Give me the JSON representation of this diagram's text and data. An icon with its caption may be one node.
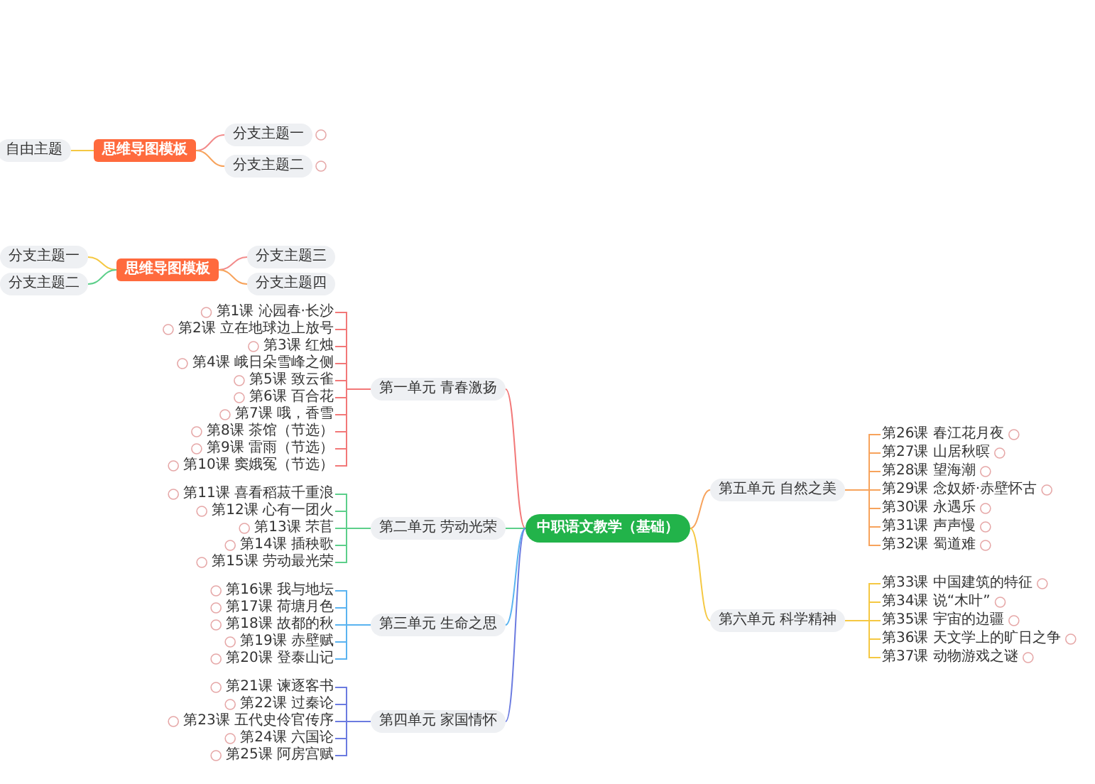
{
  "diagram": {
    "nodes": [
      {
        "text": [
          "思维导图模板"
        ]
      },
      {
        "text": [
          "自由主题"
        ]
      },
      {
        "text": [
          "分支主题一"
        ]
      },
      {
        "text": [
          "分支主题二"
        ]
      },
      {
        "text": [
          "思维导图模板"
        ]
      },
      {
        "text": [
          "分支主题一"
        ]
      },
      {
        "text": [
          "分支主题二"
        ]
      },
      {
        "text": [
          "分支主题三"
        ]
      },
      {
        "text": [
          "分支主题四"
        ]
      },
      {
        "text": [
          "中职语文教学（基础）"
        ]
      },
      {
        "text": [
          "第一单元 青春激扬"
        ]
      },
      {
        "text": [
          "第1课 沁园春·长沙"
        ]
      },
      {
        "text": [
          "第2课 立在地球边上放号"
        ]
      },
      {
        "text": [
          "第3课 红烛"
        ]
      },
      {
        "text": [
          "第4课 峨日朵雪峰之侧"
        ]
      },
      {
        "text": [
          "第5课 致云雀"
        ]
      },
      {
        "text": [
          "第6课 百合花"
        ]
      },
      {
        "text": [
          "第7课 哦，香雪"
        ]
      },
      {
        "text": [
          "第8课 茶馆（节选）"
        ]
      },
      {
        "text": [
          "第9课 雷雨（节选）"
        ]
      },
      {
        "text": [
          "第10课 窦娥冤（节选）"
        ]
      },
      {
        "text": [
          "第二单元 劳动光荣"
        ]
      },
      {
        "text": [
          "第11课 喜看稻菽千重浪"
        ]
      },
      {
        "text": [
          "第12课 心有一团火"
        ]
      },
      {
        "text": [
          "第13课 芣苢"
        ]
      },
      {
        "text": [
          "第14课 插秧歌"
        ]
      },
      {
        "text": [
          "第15课 劳动最光荣"
        ]
      },
      {
        "text": [
          "第三单元 生命之思"
        ]
      },
      {
        "text": [
          "第16课 我与地坛"
        ]
      },
      {
        "text": [
          "第17课 荷塘月色"
        ]
      },
      {
        "text": [
          "第18课 故都的秋"
        ]
      },
      {
        "text": [
          "第19课 赤壁赋"
        ]
      },
      {
        "text": [
          "第20课 登泰山记"
        ]
      },
      {
        "text": [
          "第四单元 家国情怀"
        ]
      },
      {
        "text": [
          "第21课 谏逐客书"
        ]
      },
      {
        "text": [
          "第22课 过秦论"
        ]
      },
      {
        "text": [
          "第23课 五代史伶官传序"
        ]
      },
      {
        "text": [
          "第24课 六国论"
        ]
      },
      {
        "text": [
          "第25课 阿房宫赋"
        ]
      },
      {
        "text": [
          "第五单元 自然之美"
        ]
      },
      {
        "text": [
          "第26课 春江花月夜"
        ]
      },
      {
        "text": [
          "第27课 山居秋暝"
        ]
      },
      {
        "text": [
          "第28课 望海潮"
        ]
      },
      {
        "text": [
          "第29课 念奴娇·赤壁怀古"
        ]
      },
      {
        "text": [
          "第30课 永遇乐"
        ]
      },
      {
        "text": [
          "第31课 声声慢"
        ]
      },
      {
        "text": [
          "第32课 蜀道难"
        ]
      },
      {
        "text": [
          "第六单元 科学精神"
        ]
      },
      {
        "text": [
          "第33课 中国建筑的特征"
        ]
      },
      {
        "text": [
          "第34课 说“木叶”"
        ]
      },
      {
        "text": [
          "第35课 宇宙的边疆"
        ]
      },
      {
        "text": [
          "第36课 天文学上的旷日之争"
        ]
      },
      {
        "text": [
          "第37课 动物游戏之谜"
        ]
      }
    ],
    "edges": [
      {
        "from": 0,
        "to": 1,
        "arrow": "none",
        "color": "#f5c842"
      },
      {
        "from": 0,
        "to": 2,
        "arrow": "none",
        "color": "#f28b8b"
      },
      {
        "from": 0,
        "to": 3,
        "arrow": "none",
        "color": "#f7a35c"
      },
      {
        "from": 4,
        "to": 5,
        "arrow": "none",
        "color": "#f5c842"
      },
      {
        "from": 4,
        "to": 6,
        "arrow": "none",
        "color": "#5ccf8a"
      },
      {
        "from": 4,
        "to": 7,
        "arrow": "none",
        "color": "#f28b8b"
      },
      {
        "from": 4,
        "to": 8,
        "arrow": "none",
        "color": "#f7a35c"
      },
      {
        "from": 9,
        "to": 10,
        "arrow": "none",
        "color": "#f27878"
      },
      {
        "from": 10,
        "to": 11,
        "arrow": "none",
        "color": "#f27878"
      },
      {
        "from": 10,
        "to": 12,
        "arrow": "none",
        "color": "#f27878"
      },
      {
        "from": 10,
        "to": 13,
        "arrow": "none",
        "color": "#f27878"
      },
      {
        "from": 10,
        "to": 14,
        "arrow": "none",
        "color": "#f27878"
      },
      {
        "from": 10,
        "to": 15,
        "arrow": "none",
        "color": "#f27878"
      },
      {
        "from": 10,
        "to": 16,
        "arrow": "none",
        "color": "#f27878"
      },
      {
        "from": 10,
        "to": 17,
        "arrow": "none",
        "color": "#f27878"
      },
      {
        "from": 10,
        "to": 18,
        "arrow": "none",
        "color": "#f27878"
      },
      {
        "from": 10,
        "to": 19,
        "arrow": "none",
        "color": "#f27878"
      },
      {
        "from": 10,
        "to": 20,
        "arrow": "none",
        "color": "#f27878"
      },
      {
        "from": 9,
        "to": 21,
        "arrow": "none",
        "color": "#5ccf8a"
      },
      {
        "from": 21,
        "to": 22,
        "arrow": "none",
        "color": "#5ccf8a"
      },
      {
        "from": 21,
        "to": 23,
        "arrow": "none",
        "color": "#5ccf8a"
      },
      {
        "from": 21,
        "to": 24,
        "arrow": "none",
        "color": "#5ccf8a"
      },
      {
        "from": 21,
        "to": 25,
        "arrow": "none",
        "color": "#5ccf8a"
      },
      {
        "from": 21,
        "to": 26,
        "arrow": "none",
        "color": "#5ccf8a"
      },
      {
        "from": 9,
        "to": 27,
        "arrow": "none",
        "color": "#5ab3f0"
      },
      {
        "from": 27,
        "to": 28,
        "arrow": "none",
        "color": "#5ab3f0"
      },
      {
        "from": 27,
        "to": 29,
        "arrow": "none",
        "color": "#5ab3f0"
      },
      {
        "from": 27,
        "to": 30,
        "arrow": "none",
        "color": "#5ab3f0"
      },
      {
        "from": 27,
        "to": 31,
        "arrow": "none",
        "color": "#5ab3f0"
      },
      {
        "from": 27,
        "to": 32,
        "arrow": "none",
        "color": "#5ab3f0"
      },
      {
        "from": 9,
        "to": 33,
        "arrow": "none",
        "color": "#6b7be0"
      },
      {
        "from": 33,
        "to": 34,
        "arrow": "none",
        "color": "#6b7be0"
      },
      {
        "from": 33,
        "to": 35,
        "arrow": "none",
        "color": "#6b7be0"
      },
      {
        "from": 33,
        "to": 36,
        "arrow": "none",
        "color": "#6b7be0"
      },
      {
        "from": 33,
        "to": 37,
        "arrow": "none",
        "color": "#6b7be0"
      },
      {
        "from": 33,
        "to": 38,
        "arrow": "none",
        "color": "#6b7be0"
      },
      {
        "from": 9,
        "to": 39,
        "arrow": "none",
        "color": "#f7a35c"
      },
      {
        "from": 39,
        "to": 40,
        "arrow": "none",
        "color": "#f7a35c"
      },
      {
        "from": 39,
        "to": 41,
        "arrow": "none",
        "color": "#f7a35c"
      },
      {
        "from": 39,
        "to": 42,
        "arrow": "none",
        "color": "#f7a35c"
      },
      {
        "from": 39,
        "to": 43,
        "arrow": "none",
        "color": "#f7a35c"
      },
      {
        "from": 39,
        "to": 44,
        "arrow": "none",
        "color": "#f7a35c"
      },
      {
        "from": 39,
        "to": 45,
        "arrow": "none",
        "color": "#f7a35c"
      },
      {
        "from": 39,
        "to": 46,
        "arrow": "none",
        "color": "#f7a35c"
      },
      {
        "from": 9,
        "to": 47,
        "arrow": "none",
        "color": "#f5c842"
      },
      {
        "from": 47,
        "to": 48,
        "arrow": "none",
        "color": "#f5c842"
      },
      {
        "from": 47,
        "to": 49,
        "arrow": "none",
        "color": "#f5c842"
      },
      {
        "from": 47,
        "to": 50,
        "arrow": "none",
        "color": "#f5c842"
      },
      {
        "from": 47,
        "to": 51,
        "arrow": "none",
        "color": "#f5c842"
      },
      {
        "from": 47,
        "to": 52,
        "arrow": "none",
        "color": "#f5c842"
      }
    ]
  }
}
